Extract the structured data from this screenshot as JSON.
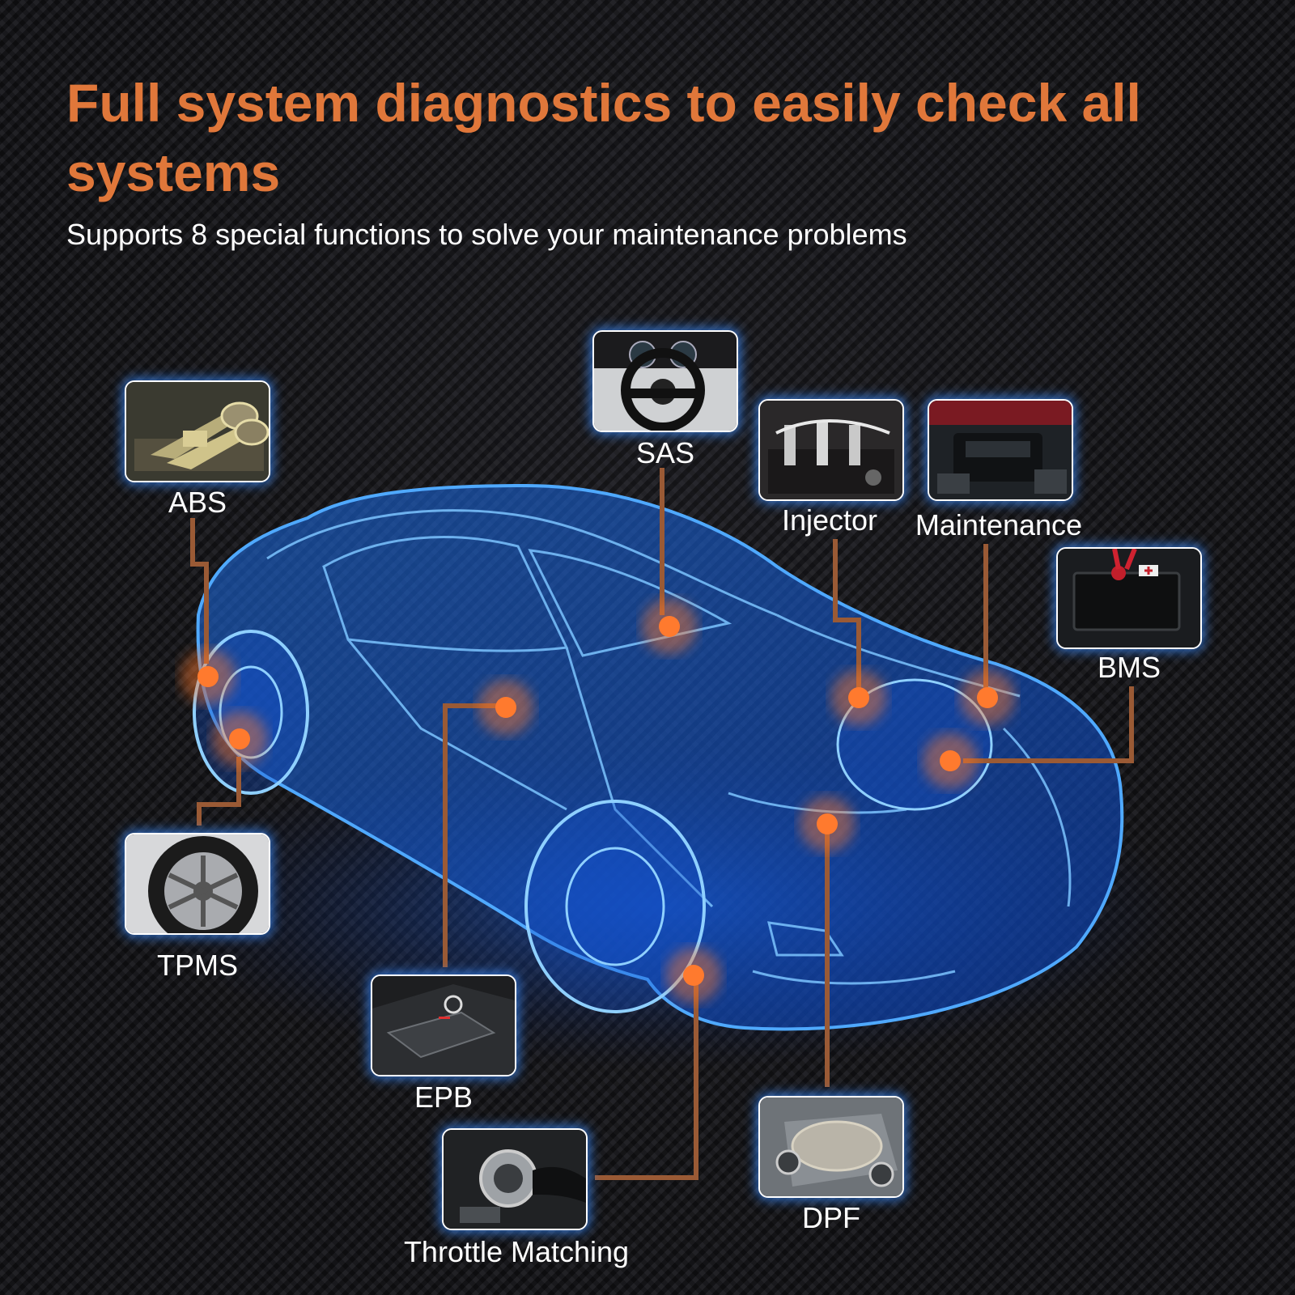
{
  "header": {
    "title": "Full system diagnostics to easily check all systems",
    "subtitle": "Supports 8 special functions to solve your maintenance problems"
  },
  "functions": [
    {
      "id": "abs",
      "label": "ABS",
      "icon": "exhaust-pipes"
    },
    {
      "id": "sas",
      "label": "SAS",
      "icon": "steering-wheel"
    },
    {
      "id": "injector",
      "label": "Injector",
      "icon": "fuel-injector"
    },
    {
      "id": "maintenance",
      "label": "Maintenance",
      "icon": "engine-bay"
    },
    {
      "id": "bms",
      "label": "BMS",
      "icon": "car-battery"
    },
    {
      "id": "tpms",
      "label": "TPMS",
      "icon": "tire-wheel"
    },
    {
      "id": "epb",
      "label": "EPB",
      "icon": "parking-brake-button"
    },
    {
      "id": "throttle",
      "label": "Throttle Matching",
      "icon": "throttle-body"
    },
    {
      "id": "dpf",
      "label": "DPF",
      "icon": "particulate-filter"
    }
  ],
  "colors": {
    "accent": "#e0773a",
    "connector": "#9a5a35",
    "hotspot": "#ff7a2e",
    "car_wireframe": "#2f8cff",
    "thumbnail_glow": "#3c8cff",
    "background": "#101013"
  }
}
